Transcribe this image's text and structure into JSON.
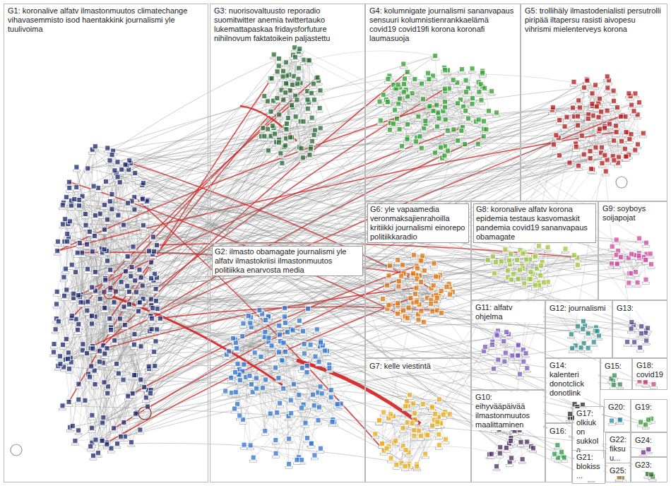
{
  "diagram": {
    "nodes": [
      {
        "text": [
          "G1: koronalive alfatv ilmastonmuutos climatechange vihavasemmisto isod haentakkink journalismi yle tuulivoima"
        ]
      },
      {
        "text": [
          "G2: ilmasto obamagate journalismi yle alfatv ilmastokriisi ilmastonmuutos politiikka enarvosta media"
        ]
      },
      {
        "text": [
          "G3: nuorisovaltuusto reporadio suomitwitter anemia twittertauko lukemattapaskaa fridaysforfuture nihilnovum faktatoikein paljastettu"
        ]
      },
      {
        "text": [
          "G4: kolumnigate journalismi sananvapaus sensuuri kolumnistienrankkaelämä covid19 covid19fi korona koronafi laumasuoja"
        ]
      },
      {
        "text": [
          "G5: trollihäly ilmastodenialisti persutrolli piripää iltapersu rasisti aivopesu vihrismi mielenterveys korona"
        ]
      },
      {
        "text": [
          "G6: yle vapaamedia veronmaksajienrahoilla kritiikki journalismi einorepo politiikkaradio"
        ]
      },
      {
        "text": [
          "G7: kelle viestintä"
        ]
      },
      {
        "text": [
          "G8: koronalive alfatv korona epidemia testaus kasvomaskit pandemia covid19 sananvapaus obamagate"
        ]
      },
      {
        "text": [
          "G9: soyboys soijapojat"
        ]
      },
      {
        "text": [
          "G10: eihyvääpäivää ilmastonmuutos maalittaminen"
        ]
      },
      {
        "text": [
          "G11: alfatv ohjelma"
        ]
      },
      {
        "text": [
          "G12: journalismi"
        ]
      },
      {
        "text": [
          "G13:"
        ]
      },
      {
        "text": [
          "G14: kalenteri donotclick donotlink"
        ]
      },
      {
        "text": [
          "G15:"
        ]
      },
      {
        "text": [
          "G16:"
        ]
      },
      {
        "text": [
          "G17: olkiukon sukkola"
        ]
      },
      {
        "text": [
          "G18: covid19"
        ]
      },
      {
        "text": [
          "G19:"
        ]
      },
      {
        "text": [
          "G20:"
        ]
      },
      {
        "text": [
          "G21: blokiss..."
        ]
      },
      {
        "text": [
          "G22: fiksuu..."
        ]
      },
      {
        "text": [
          "G23:"
        ]
      },
      {
        "text": [
          "G24:"
        ]
      },
      {
        "text": [
          "G25:"
        ]
      }
    ]
  }
}
